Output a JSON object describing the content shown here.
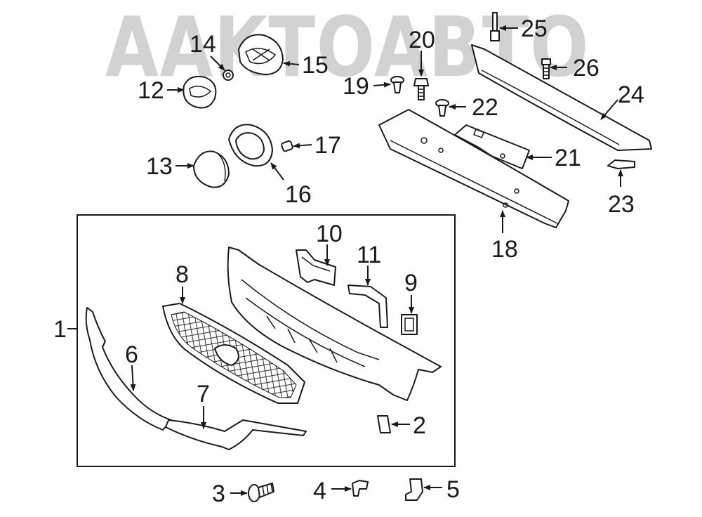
{
  "watermark": {
    "text": "AAKTOABTO"
  },
  "callouts": [
    {
      "id": "1",
      "text": "1"
    },
    {
      "id": "2",
      "text": "2"
    },
    {
      "id": "3",
      "text": "3"
    },
    {
      "id": "4",
      "text": "4"
    },
    {
      "id": "5",
      "text": "5"
    },
    {
      "id": "6",
      "text": "6"
    },
    {
      "id": "7",
      "text": "7"
    },
    {
      "id": "8",
      "text": "8"
    },
    {
      "id": "9",
      "text": "9"
    },
    {
      "id": "10",
      "text": "10"
    },
    {
      "id": "11",
      "text": "11"
    },
    {
      "id": "12",
      "text": "12"
    },
    {
      "id": "13",
      "text": "13"
    },
    {
      "id": "14",
      "text": "14"
    },
    {
      "id": "15",
      "text": "15"
    },
    {
      "id": "16",
      "text": "16"
    },
    {
      "id": "17",
      "text": "17"
    },
    {
      "id": "18",
      "text": "18"
    },
    {
      "id": "19",
      "text": "19"
    },
    {
      "id": "20",
      "text": "20"
    },
    {
      "id": "21",
      "text": "21"
    },
    {
      "id": "22",
      "text": "22"
    },
    {
      "id": "23",
      "text": "23"
    },
    {
      "id": "24",
      "text": "24"
    },
    {
      "id": "25",
      "text": "25"
    },
    {
      "id": "26",
      "text": "26"
    }
  ]
}
